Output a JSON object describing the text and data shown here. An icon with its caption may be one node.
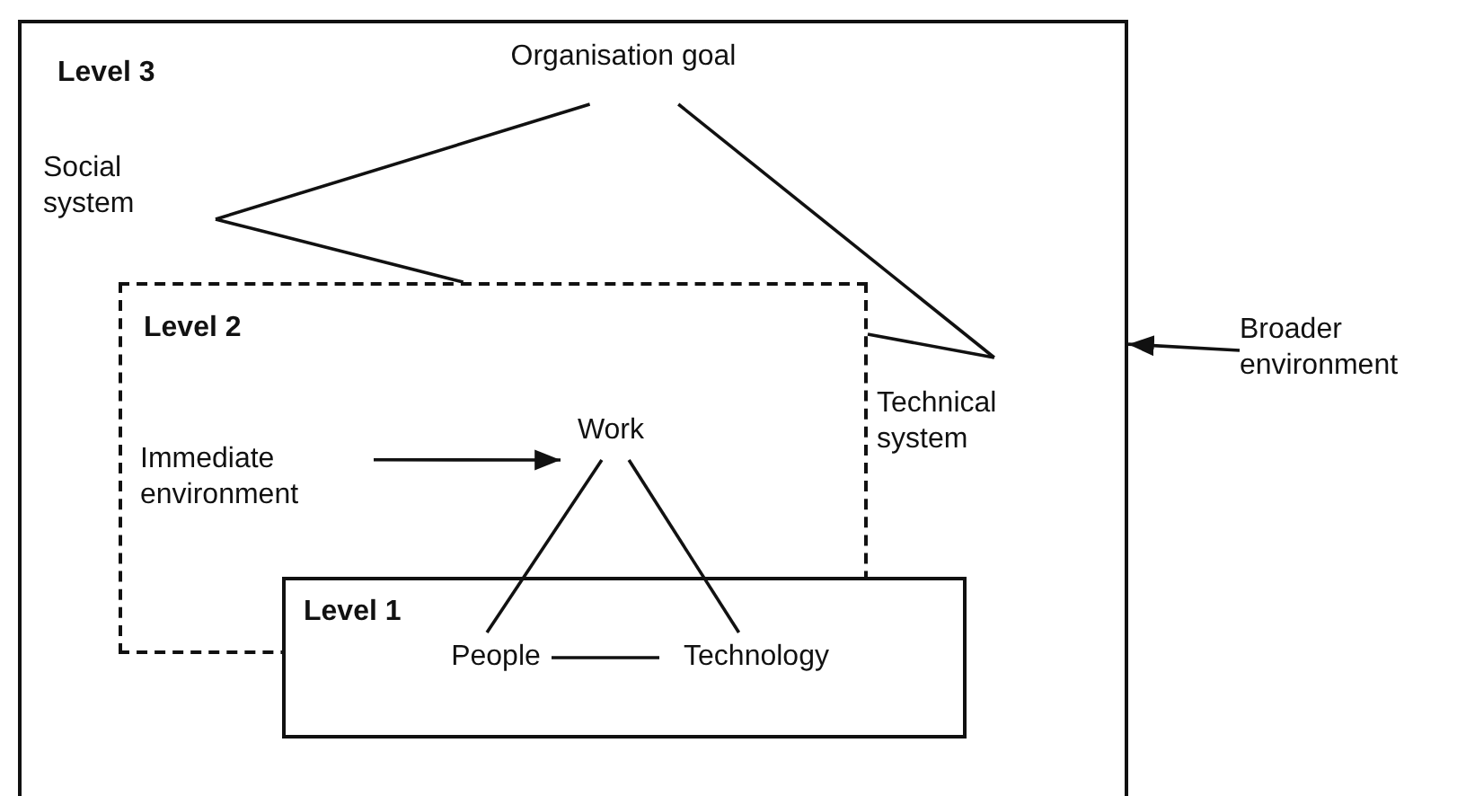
{
  "diagram": {
    "nodes": [
      {
        "text": [
          "Level 3"
        ]
      },
      {
        "text": [
          "Organisation goal"
        ],
        "in": 0
      },
      {
        "text": [
          "Social system"
        ],
        "in": 0
      },
      {
        "text": [
          "Technical system"
        ],
        "in": 0
      },
      {
        "text": [
          "Level 2"
        ],
        "in": 0
      },
      {
        "text": [
          "Immediate environment"
        ],
        "in": 4
      },
      {
        "text": [
          "Work"
        ],
        "in": 4
      },
      {
        "text": [
          "Level 1"
        ],
        "in": 0
      },
      {
        "text": [
          "People"
        ],
        "in": 7
      },
      {
        "text": [
          "Technology"
        ],
        "in": 7
      },
      {
        "text": [
          "Broader environment"
        ]
      }
    ],
    "edges": [
      {
        "from": 1,
        "to": 2,
        "arrow": "none"
      },
      {
        "from": 2,
        "to": 4,
        "arrow": "none"
      },
      {
        "from": 1,
        "to": 3,
        "arrow": "none"
      },
      {
        "from": 3,
        "to": 4,
        "arrow": "none"
      },
      {
        "from": 5,
        "to": 6,
        "arrow": "to"
      },
      {
        "from": 6,
        "to": 8,
        "arrow": "none"
      },
      {
        "from": 6,
        "to": 9,
        "arrow": "none"
      },
      {
        "from": 8,
        "to": 9,
        "arrow": "none"
      },
      {
        "from": 10,
        "to": 0,
        "arrow": "to"
      }
    ]
  }
}
